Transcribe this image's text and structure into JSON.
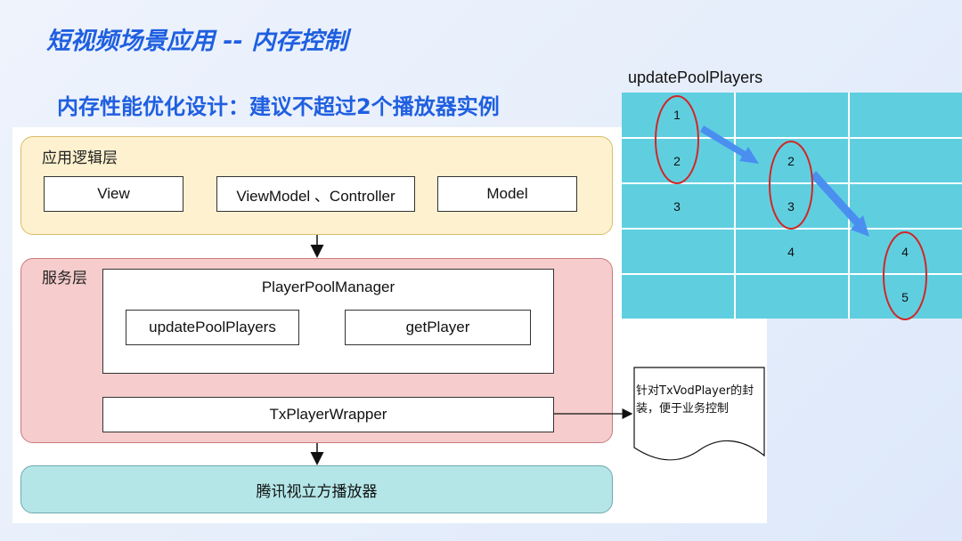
{
  "header": {
    "title": "短视频场景应用 -- 内存控制",
    "subtitle": "内存性能优化设计：建议不超过2个播放器实例"
  },
  "app_layer": {
    "label": "应用逻辑层",
    "boxes": [
      "View",
      "ViewModel 、Controller",
      "Model"
    ]
  },
  "service_layer": {
    "label": "服务层",
    "pool_manager": {
      "title": "PlayerPoolManager",
      "methods": [
        "updatePoolPlayers",
        "getPlayer"
      ]
    },
    "wrapper": "TxPlayerWrapper"
  },
  "sdk_layer": {
    "label": "腾讯视立方播放器"
  },
  "note": {
    "text": "针对TxVodPlayer的封装，便于业务控制"
  },
  "pool_grid": {
    "title": "updatePoolPlayers",
    "columns": [
      {
        "items": [
          "1",
          "2",
          "3"
        ]
      },
      {
        "items": [
          "2",
          "3",
          "4"
        ]
      },
      {
        "items": [
          "4",
          "5"
        ]
      }
    ],
    "colors": {
      "cell": "#5fcfe0",
      "grid_line": "#ffffff",
      "circle": "#d02727",
      "arrow": "#4a8ff0"
    }
  }
}
